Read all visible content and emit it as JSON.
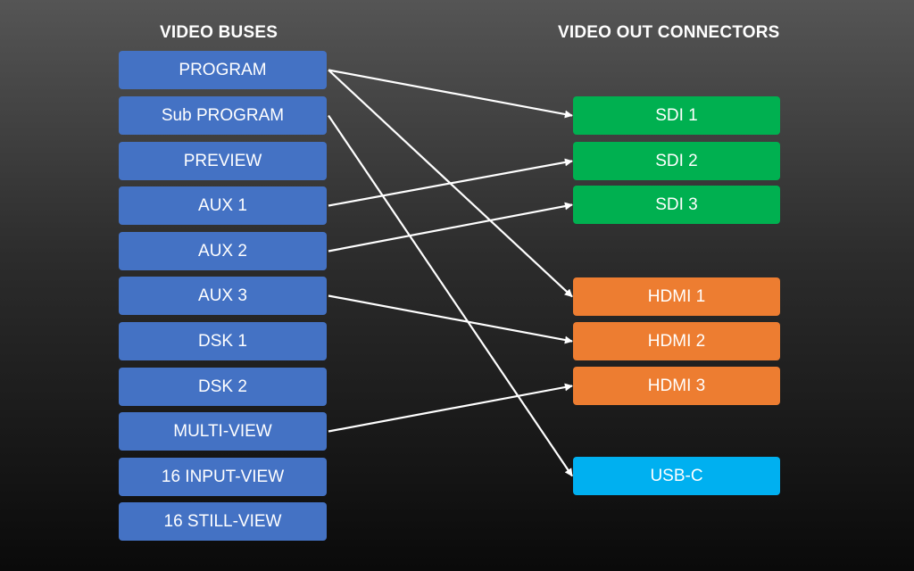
{
  "headings": {
    "buses": "VIDEO BUSES",
    "connectors": "VIDEO OUT CONNECTORS"
  },
  "buses": [
    {
      "id": "program",
      "label": "PROGRAM"
    },
    {
      "id": "sub-program",
      "label": "Sub PROGRAM"
    },
    {
      "id": "preview",
      "label": "PREVIEW"
    },
    {
      "id": "aux1",
      "label": "AUX 1"
    },
    {
      "id": "aux2",
      "label": "AUX 2"
    },
    {
      "id": "aux3",
      "label": "AUX 3"
    },
    {
      "id": "dsk1",
      "label": "DSK 1"
    },
    {
      "id": "dsk2",
      "label": "DSK 2"
    },
    {
      "id": "multi-view",
      "label": "MULTI-VIEW"
    },
    {
      "id": "16-input-view",
      "label": "16 INPUT-VIEW"
    },
    {
      "id": "16-still-view",
      "label": "16 STILL-VIEW"
    }
  ],
  "connectors": [
    {
      "id": "sdi1",
      "label": "SDI 1",
      "group": "sdi"
    },
    {
      "id": "sdi2",
      "label": "SDI 2",
      "group": "sdi"
    },
    {
      "id": "sdi3",
      "label": "SDI 3",
      "group": "sdi"
    },
    {
      "id": "hdmi1",
      "label": "HDMI 1",
      "group": "hdmi"
    },
    {
      "id": "hdmi2",
      "label": "HDMI 2",
      "group": "hdmi"
    },
    {
      "id": "hdmi3",
      "label": "HDMI 3",
      "group": "hdmi"
    },
    {
      "id": "usbc",
      "label": "USB-C",
      "group": "usb"
    }
  ],
  "connections": [
    {
      "from": "program",
      "to": "sdi1"
    },
    {
      "from": "program",
      "to": "hdmi1"
    },
    {
      "from": "sub-program",
      "to": "usbc"
    },
    {
      "from": "aux1",
      "to": "sdi2"
    },
    {
      "from": "aux2",
      "to": "sdi3"
    },
    {
      "from": "aux3",
      "to": "hdmi2"
    },
    {
      "from": "multi-view",
      "to": "hdmi3"
    }
  ],
  "colors": {
    "bus": "#4472c4",
    "sdi": "#00b050",
    "hdmi": "#ed7d31",
    "usb": "#00b0f0",
    "wire": "#ffffff"
  }
}
